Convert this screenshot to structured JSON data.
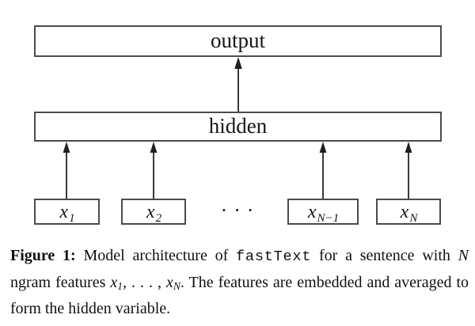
{
  "diagram": {
    "output_label": "output",
    "hidden_label": "hidden",
    "inputs": [
      {
        "base": "x",
        "sub": "1"
      },
      {
        "base": "x",
        "sub": "2"
      },
      {
        "base": "x",
        "sub": "N−1"
      },
      {
        "base": "x",
        "sub": "N"
      }
    ],
    "ellipsis": "· · ·"
  },
  "caption": {
    "figure_label": "Figure 1:",
    "seg1": " Model architecture of ",
    "code": "fastText",
    "seg2": " for a sentence with ",
    "math_N": "N",
    "seg3": " ngram features ",
    "x1": {
      "base": "x",
      "sub": "1"
    },
    "dots": ", . . . , ",
    "xN": {
      "base": "x",
      "sub": "N"
    },
    "seg4": ". The features are embedded and averaged to form the hidden variable."
  },
  "colors": {
    "box_border": "#4b4b4b",
    "arrow": "#242424",
    "text": "#161616",
    "background": "#ffffff"
  }
}
